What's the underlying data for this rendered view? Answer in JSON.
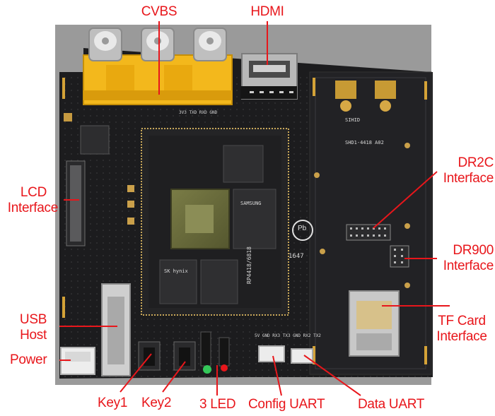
{
  "labels": {
    "cvbs": "CVBS",
    "hdmi": "HDMI",
    "dr2c_line1": "DR2C",
    "dr2c_line2": "Interface",
    "lcd_line1": "LCD",
    "lcd_line2": "Interface",
    "dr900_line1": "DR900",
    "dr900_line2": "Interface",
    "usb_line1": "USB",
    "usb_line2": "Host",
    "tf_line1": "TF Card",
    "tf_line2": "Interface",
    "power": "Power",
    "key1": "Key1",
    "key2": "Key2",
    "led": "3 LED",
    "config_uart": "Config UART",
    "data_uart": "Data UART"
  },
  "board_text": {
    "model": "SIHID",
    "revision": "SHD1-4418 A02",
    "module_mark": "RP4418/6818",
    "uart_header": "5V GND RX3 TX3 GND RX2 TX2",
    "top_header": "3V3 TXD RXD GND",
    "chip_brand": "SAMSUNG",
    "ram_brand": "SK hynix",
    "pb_mark": "Pb",
    "board_no": "1647"
  },
  "colors": {
    "label": "#e8161b",
    "pcb": "#1c1c1e",
    "rca": "#f3b81c",
    "soc": "#6a6b3e"
  }
}
